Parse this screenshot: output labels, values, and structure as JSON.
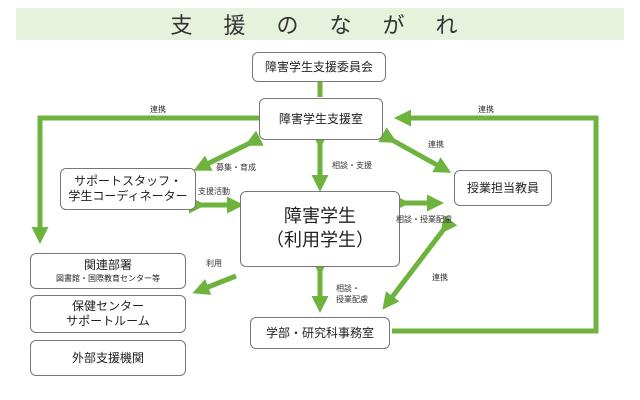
{
  "title": "支 援 の な が れ",
  "nodes": {
    "committee": {
      "lines": [
        "障害学生支援委員会"
      ]
    },
    "office": {
      "lines": [
        "障害学生支援室"
      ]
    },
    "student": {
      "lines": [
        "障害学生",
        "（利用学生）"
      ]
    },
    "staff": {
      "lines": [
        "サポートスタッフ・",
        "学生コーディネーター"
      ]
    },
    "faculty": {
      "lines": [
        "授業担当教員"
      ]
    },
    "related": {
      "lines": [
        "関連部署"
      ],
      "sub": "図書館・国際教育センター等"
    },
    "health": {
      "lines": [
        "保健センター",
        "サポートルーム"
      ]
    },
    "external": {
      "lines": [
        "外部支援機関"
      ]
    },
    "dept": {
      "lines": [
        "学部・研究科事務室"
      ]
    }
  },
  "edge_labels": {
    "collab_left": "連携",
    "collab_right": "連携",
    "recruit": "募集・育成",
    "consult_support": "相談・支援",
    "collab_faculty": "連携",
    "support_activity": "支援活動",
    "consult_accommodation": "相談・授業配慮",
    "use": "利用",
    "consult_dept_1": "相談・",
    "consult_dept_2": "授業配慮",
    "collab_diag": "連携"
  },
  "colors": {
    "arrow": "#6fb33f",
    "title_band": "#e6f2dc",
    "border": "#777777"
  }
}
